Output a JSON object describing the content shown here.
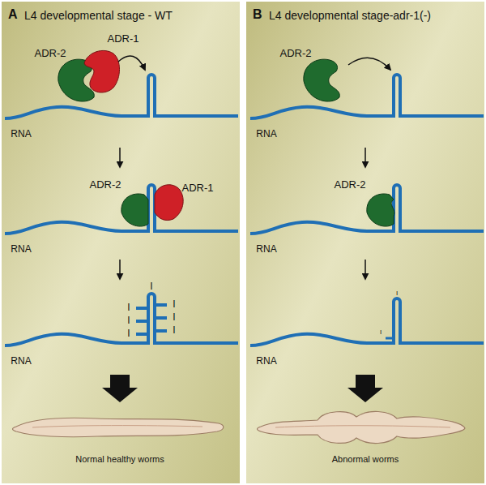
{
  "diagram": {
    "nodes": [
      {
        "text": [
          "A",
          "L4 developmental stage - WT"
        ]
      },
      {
        "text": [
          "B",
          "L4 developmental stage-adr-1(-)"
        ]
      }
    ],
    "labels": [
      "ADR-2",
      "ADR-1",
      "RNA",
      "ADR-2",
      "ADR-1",
      "RNA",
      "I",
      "I",
      "I",
      "I",
      "I",
      "I",
      "I",
      "RNA",
      "Normal healthy worms",
      "ADR-2",
      "RNA",
      "ADR-2",
      "RNA",
      "I",
      "I",
      "RNA",
      "Abnormal worms"
    ]
  }
}
